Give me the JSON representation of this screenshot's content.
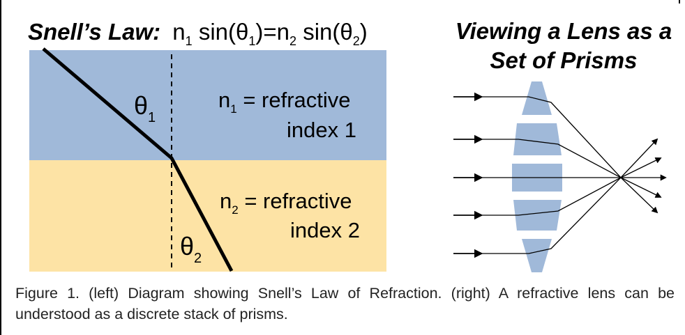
{
  "left_panel": {
    "title_bold": "Snell’s Law:",
    "equation": {
      "n": "n",
      "sub1": "1",
      "sub2": "2",
      "sin_open": " sin(θ",
      "close": ")",
      "equals": "=",
      "close_end": ")"
    },
    "theta": "θ",
    "theta1_sub": "1",
    "theta2_sub": "2",
    "n1_label": {
      "n": "n",
      "sub": "1",
      "rest": " = refractive",
      "line2": "index 1"
    },
    "n2_label": {
      "n": "n",
      "sub": "2",
      "rest": " = refractive",
      "line2": "index 2"
    },
    "colors": {
      "medium1": "#a0b9d9",
      "medium2": "#fde3a5",
      "ray": "#000000"
    }
  },
  "right_panel": {
    "title_line1": "Viewing a Lens as a",
    "title_line2": "Set of Prisms",
    "colors": {
      "prism": "#a0b9d9",
      "ray": "#000000"
    }
  },
  "caption": "Figure 1. (left) Diagram showing Snell’s Law of Refraction. (right) A refractive lens can be understood as a discrete stack of prisms."
}
